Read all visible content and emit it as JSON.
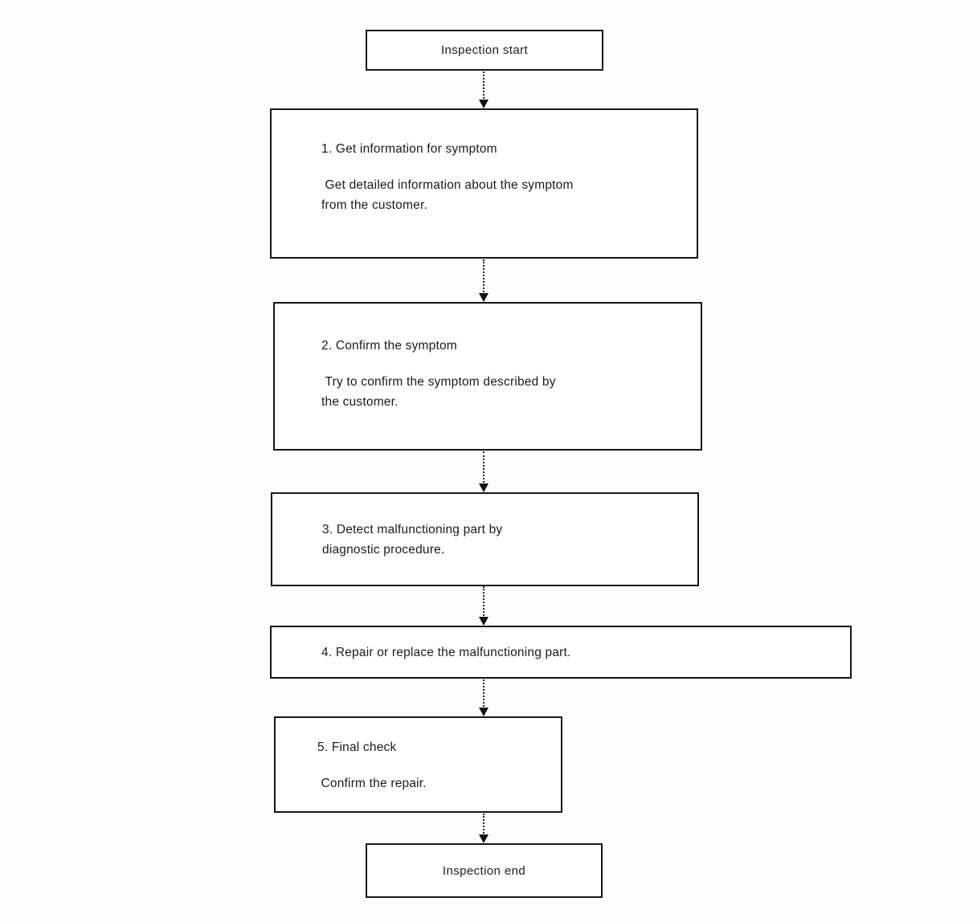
{
  "diagram": {
    "type": "flowchart",
    "background_color": "#ffffff",
    "line_color": "#1a1a1a",
    "nodes": {
      "start": {
        "label": "Inspection start"
      },
      "step1": {
        "title": "1. Get information for symptom",
        "body": " Get detailed information about the symptom\nfrom the customer."
      },
      "step2": {
        "title": "2. Confirm the symptom",
        "body": " Try to confirm the symptom described by\nthe customer."
      },
      "step3": {
        "title": "3. Detect malfunctioning part by\ndiagnostic procedure."
      },
      "step4": {
        "title": "4. Repair or replace the malfunctioning part."
      },
      "step5": {
        "title": "5. Final check",
        "body": " Confirm the repair."
      },
      "end": {
        "label": "Inspection end"
      }
    },
    "edges": [
      [
        "start",
        "step1"
      ],
      [
        "step1",
        "step2"
      ],
      [
        "step2",
        "step3"
      ],
      [
        "step3",
        "step4"
      ],
      [
        "step4",
        "step5"
      ],
      [
        "step5",
        "end"
      ]
    ]
  }
}
